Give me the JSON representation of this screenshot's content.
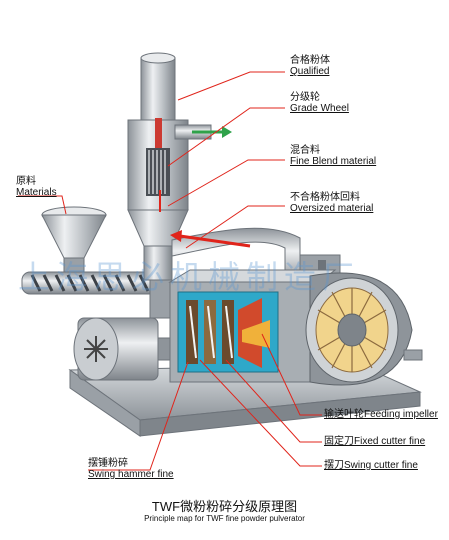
{
  "labels": {
    "qualified": {
      "zh": "合格粉体",
      "en": "Qualified"
    },
    "grade_wheel": {
      "zh": "分级轮",
      "en": "Grade Wheel"
    },
    "fine_blend": {
      "zh": "混合料",
      "en": "Fine Blend  material"
    },
    "oversized": {
      "zh": "不合格粉体回料",
      "en": "Oversized  material"
    },
    "materials": {
      "zh": "原料",
      "en": "Materials"
    },
    "feeding_impeller": "输送叶轮Feeding impeller",
    "fixed_cutter": "固定刀Fixed cutter fine",
    "swing_cutter": "摆刀Swing cutter fine",
    "swing_hammer": {
      "zh": "摆锤粉碎",
      "en": "Swing hammer fine"
    }
  },
  "caption": {
    "zh": "TWF微粉粉碎分级原理图",
    "en": "Principle map for TWF fine powder pulverator"
  },
  "watermark": "上海思必机械制造厂",
  "colors": {
    "leader_line": "#e0241b",
    "flow_arrow_green": "#2fa24a",
    "flow_arrow_red": "#e0241b",
    "steel": "#b9bec3",
    "chamber": "#2ea8c9"
  }
}
